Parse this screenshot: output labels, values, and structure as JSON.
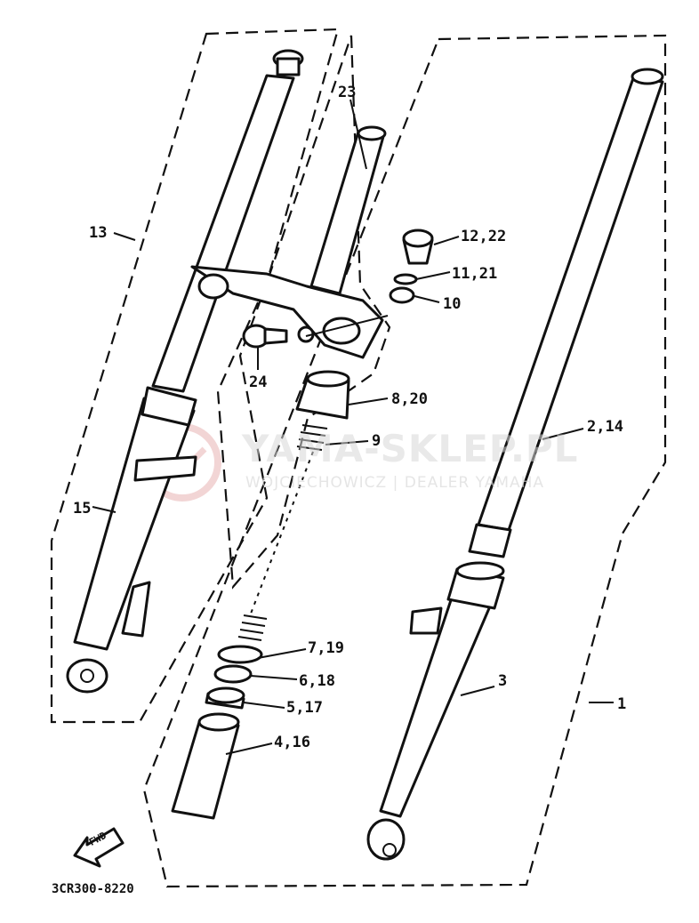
{
  "diagram": {
    "callouts": [
      {
        "id": "c1",
        "text": "1"
      },
      {
        "id": "c2",
        "text": "2,14"
      },
      {
        "id": "c3",
        "text": "3"
      },
      {
        "id": "c4",
        "text": "4,16"
      },
      {
        "id": "c5",
        "text": "5,17"
      },
      {
        "id": "c6",
        "text": "6,18"
      },
      {
        "id": "c7",
        "text": "7,19"
      },
      {
        "id": "c8",
        "text": "8,20"
      },
      {
        "id": "c9",
        "text": "9"
      },
      {
        "id": "c10",
        "text": "10"
      },
      {
        "id": "c11",
        "text": "11,21"
      },
      {
        "id": "c12",
        "text": "12,22"
      },
      {
        "id": "c13",
        "text": "13"
      },
      {
        "id": "c15",
        "text": "15"
      },
      {
        "id": "c23",
        "text": "23"
      },
      {
        "id": "c24",
        "text": "24"
      }
    ],
    "fwd_label": "FWD",
    "code": "3CR300-8220"
  },
  "watermark": {
    "title": "YAMA-SKLEP.PL",
    "subtitle": "WOJCIECHOWICZ | DEALER YAMAHA",
    "color": "#e8b4b4"
  }
}
